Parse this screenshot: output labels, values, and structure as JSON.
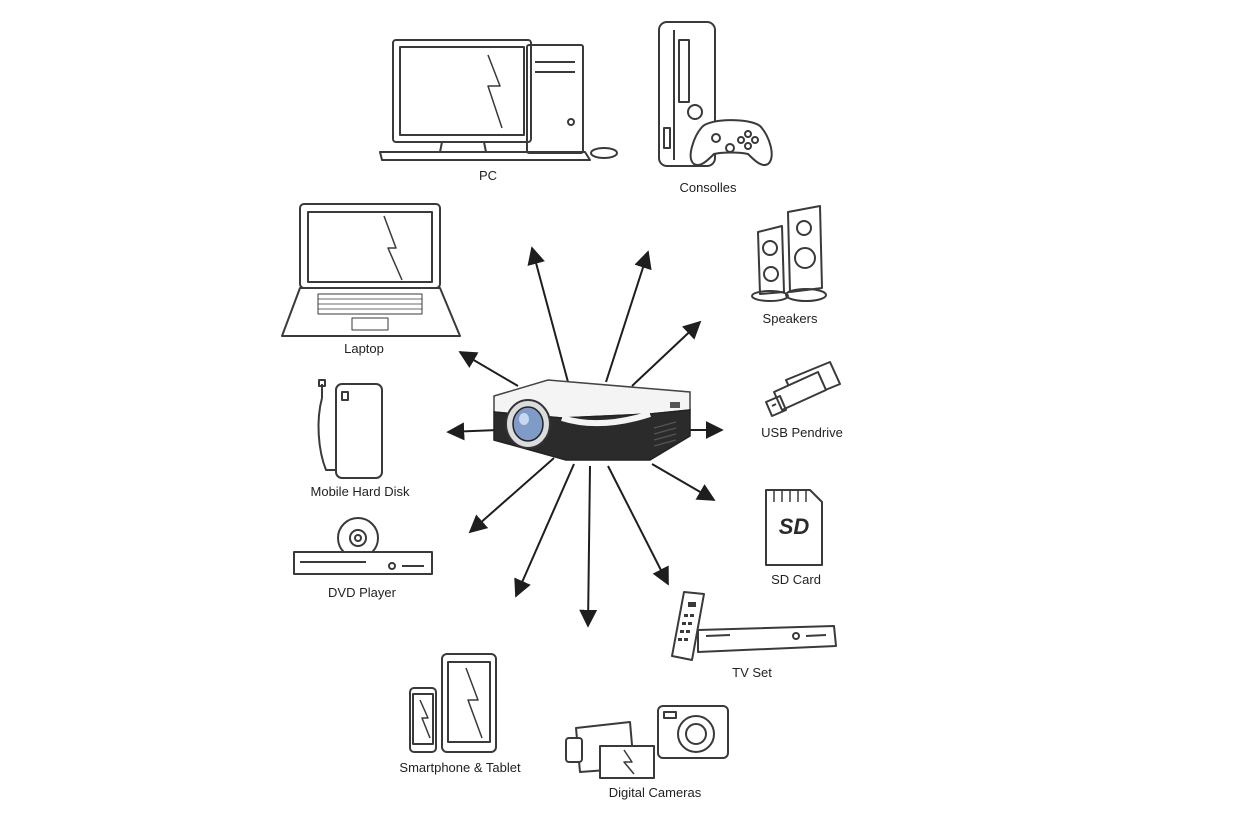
{
  "colors": {
    "line": "#3a3a3a",
    "arrow": "#1e1e1e",
    "projector_white": "#f4f4f4",
    "projector_dark": "#2b2b2b",
    "lens_blue": "#7f9cc9"
  },
  "devices": [
    {
      "id": "pc",
      "label": "PC",
      "icon": "pc-icon"
    },
    {
      "id": "consolles",
      "label": "Consolles",
      "icon": "game-console-icon"
    },
    {
      "id": "speakers",
      "label": "Speakers",
      "icon": "speakers-icon"
    },
    {
      "id": "usb",
      "label": "USB Pendrive",
      "icon": "usb-pendrive-icon"
    },
    {
      "id": "sd",
      "label": "SD Card",
      "icon": "sd-card-icon"
    },
    {
      "id": "tv",
      "label": "TV Set",
      "icon": "tv-set-icon"
    },
    {
      "id": "cameras",
      "label": "Digital Cameras",
      "icon": "digital-cameras-icon"
    },
    {
      "id": "phone",
      "label": "Smartphone & Tablet",
      "icon": "smartphone-tablet-icon"
    },
    {
      "id": "dvd",
      "label": "DVD Player",
      "icon": "dvd-player-icon"
    },
    {
      "id": "hdd",
      "label": "Mobile Hard Disk",
      "icon": "mobile-hard-disk-icon"
    },
    {
      "id": "laptop",
      "label": "Laptop",
      "icon": "laptop-icon"
    }
  ],
  "center": {
    "icon": "projector-icon"
  }
}
